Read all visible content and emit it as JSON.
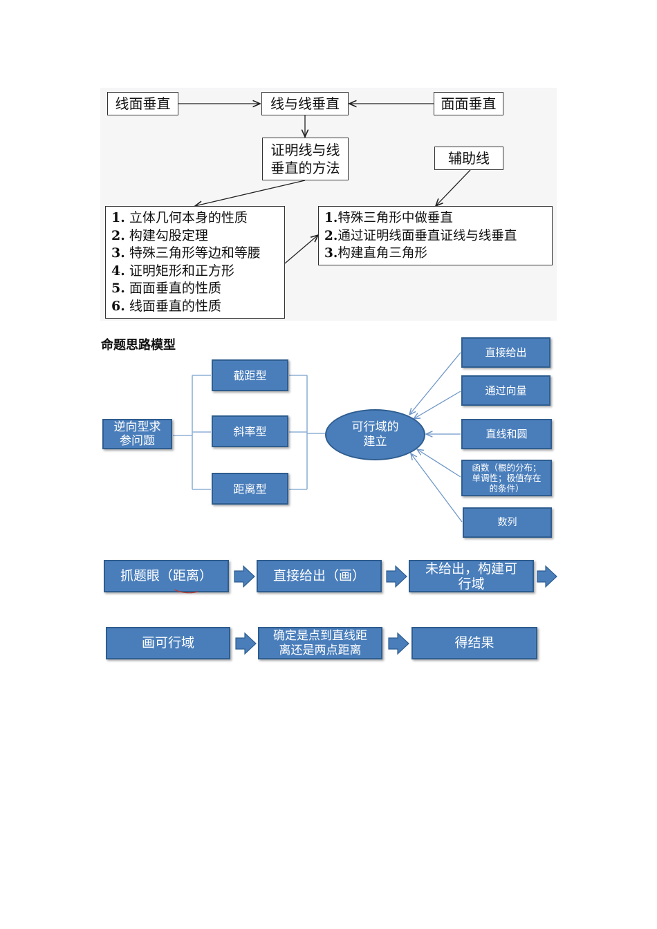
{
  "section1": {
    "line_plane_perp": "线面垂直",
    "line_line_perp": "线与线垂直",
    "plane_plane_perp": "面面垂直",
    "method_title_l1": "证明线与线",
    "method_title_l2": "垂直的方法",
    "auxiliary_line": "辅助线",
    "left_list": [
      {
        "num": "1.",
        "text": "立体几何本身的性质"
      },
      {
        "num": "2.",
        "text": "构建勾股定理"
      },
      {
        "num": "3.",
        "text": "特殊三角形等边和等腰"
      },
      {
        "num": "4.",
        "text": "证明矩形和正方形"
      },
      {
        "num": "5.",
        "text": "面面垂直的性质"
      },
      {
        "num": "6.",
        "text": "线面垂直的性质"
      }
    ],
    "right_list": [
      {
        "num": "1.",
        "text": "特殊三角形中做垂直"
      },
      {
        "num": "2.",
        "text": "通过证明线面垂直证线与线垂直"
      },
      {
        "num": "3.",
        "text": "构建直角三角形"
      }
    ]
  },
  "section2": {
    "heading": "命题思路模型",
    "root_l1": "逆向型求",
    "root_l2": "参问题",
    "types": [
      "截距型",
      "斜率型",
      "距离型"
    ],
    "center_l1": "可行域的",
    "center_l2": "建立",
    "sources": {
      "direct": "直接给出",
      "vector": "通过向量",
      "line_circle": "直线和圆",
      "func_l1": "函数（根的分布；",
      "func_l2": "单调性；极值存在",
      "func_l3": "的条件）",
      "sequence": "数列"
    }
  },
  "section3": {
    "row1": [
      "抓题眼（距离）",
      "直接给出（画）"
    ],
    "row1_third_l1": "未给出，构建可",
    "row1_third_l2": "行域",
    "row2_first": "画可行域",
    "row2_mid_l1": "确定是点到直线距",
    "row2_mid_l2": "离还是两点距离",
    "row2_last": "得结果"
  },
  "colors": {
    "box_blue": "#4a7ebb",
    "box_blue_border": "#2e5d8f",
    "panel_bg": "#f6f6f7",
    "connector": "#8fb1d6"
  }
}
